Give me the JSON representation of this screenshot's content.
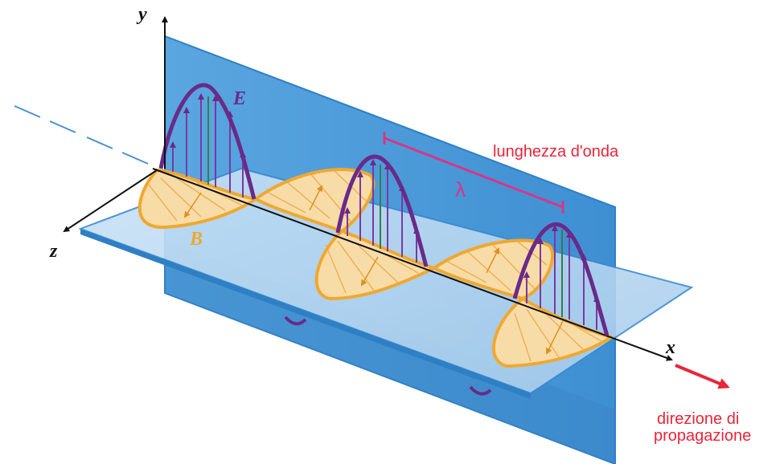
{
  "labels": {
    "y_axis": "y",
    "z_axis": "z",
    "x_axis": "x",
    "electric_field": "E",
    "magnetic_field": "B",
    "lambda_symbol": "λ",
    "wavelength_caption": "lunghezza d'onda",
    "propagation_line1": "direzione di",
    "propagation_line2": "propagazione"
  },
  "colors": {
    "vertical_plane": "#4a9ad8",
    "vertical_plane_edge": "#2f7fc4",
    "horizontal_plane": "#b9d7f0",
    "horizontal_plane_edge": "#3a8bd0",
    "electric_wave": "#6a2a8a",
    "electric_arrows": "#8a3aa8",
    "electric_arrows_alt": "#3a7a4a",
    "magnetic_wave": "#f0a830",
    "magnetic_fill": "#f8dca8",
    "accent_red": "#e8253a",
    "lambda_bar": "#d8358a",
    "axis": "#111111"
  }
}
